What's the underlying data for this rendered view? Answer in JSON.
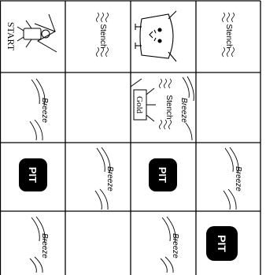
{
  "game": "Wumpus World",
  "board": {
    "rows": 4,
    "cols": 4,
    "orientation": "rotated 90 degrees clockwise"
  },
  "labels": {
    "start": "START",
    "stench": "Stench",
    "breeze": "Breeze",
    "gold": "Gold",
    "pit": "PIT"
  },
  "cells": [
    {
      "row": 1,
      "col": 1,
      "contents": [
        "start",
        "agent"
      ]
    },
    {
      "row": 1,
      "col": 2,
      "contents": [
        "breeze"
      ]
    },
    {
      "row": 1,
      "col": 3,
      "contents": [
        "pit"
      ]
    },
    {
      "row": 1,
      "col": 4,
      "contents": [
        "breeze"
      ]
    },
    {
      "row": 2,
      "col": 1,
      "contents": [
        "stench"
      ]
    },
    {
      "row": 2,
      "col": 2,
      "contents": []
    },
    {
      "row": 2,
      "col": 3,
      "contents": [
        "breeze"
      ]
    },
    {
      "row": 2,
      "col": 4,
      "contents": []
    },
    {
      "row": 3,
      "col": 1,
      "contents": [
        "wumpus"
      ]
    },
    {
      "row": 3,
      "col": 2,
      "contents": [
        "stench",
        "breeze",
        "gold"
      ]
    },
    {
      "row": 3,
      "col": 3,
      "contents": [
        "pit"
      ]
    },
    {
      "row": 3,
      "col": 4,
      "contents": [
        "breeze"
      ]
    },
    {
      "row": 4,
      "col": 1,
      "contents": [
        "stench"
      ]
    },
    {
      "row": 4,
      "col": 2,
      "contents": []
    },
    {
      "row": 4,
      "col": 3,
      "contents": [
        "breeze"
      ]
    },
    {
      "row": 4,
      "col": 4,
      "contents": [
        "pit"
      ]
    }
  ],
  "colors": {
    "grid": "#000000",
    "pit_fill": "#000000",
    "pit_text": "#ffffff",
    "background": "#ffffff"
  },
  "icons": [
    "agent-icon",
    "wumpus-icon",
    "gold-icon",
    "pit-icon",
    "breeze-icon",
    "stench-icon"
  ]
}
